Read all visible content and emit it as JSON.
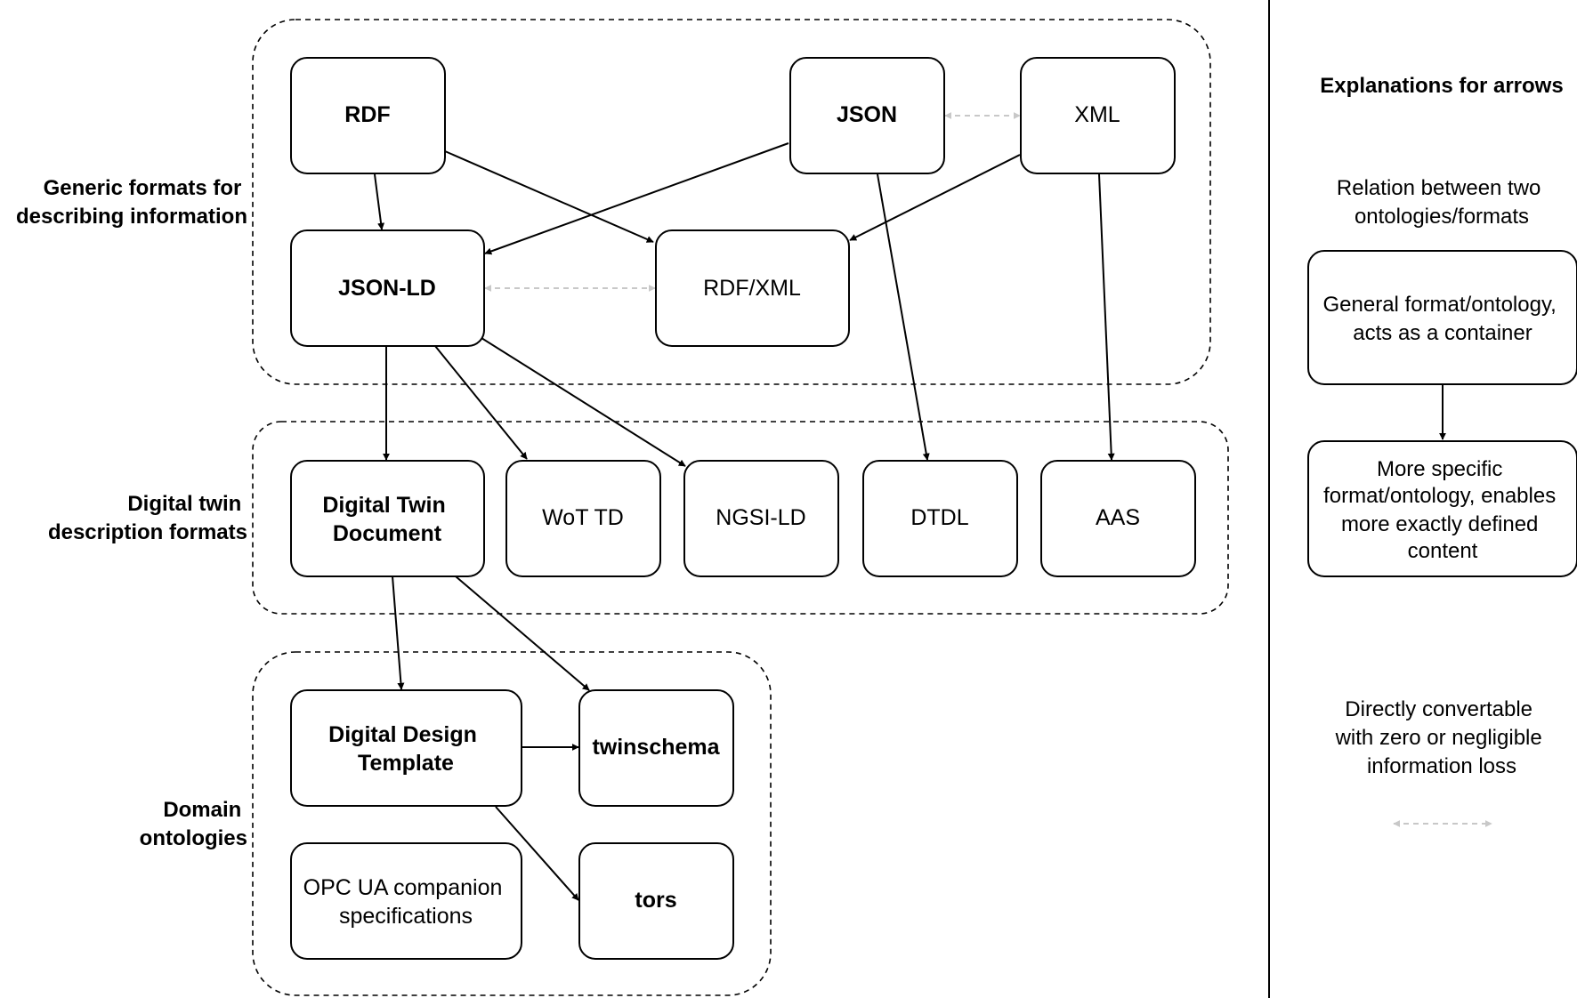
{
  "group_labels": {
    "generic": [
      "Generic formats for",
      "describing information"
    ],
    "digital_twin": [
      "Digital twin",
      "description formats"
    ],
    "domain": [
      "Domain",
      "ontologies"
    ]
  },
  "nodes": {
    "rdf": [
      "RDF"
    ],
    "json": [
      "JSON"
    ],
    "xml": [
      "XML"
    ],
    "json_ld": [
      "JSON-LD"
    ],
    "rdf_xml": [
      "RDF/XML"
    ],
    "dtd": [
      "Digital Twin",
      "Document"
    ],
    "wot_td": [
      "WoT TD"
    ],
    "ngsi_ld": [
      "NGSI-LD"
    ],
    "dtdl": [
      "DTDL"
    ],
    "aas": [
      "AAS"
    ],
    "ddt": [
      "Digital Design",
      "Template"
    ],
    "twinschema": [
      "twinschema"
    ],
    "opcua": [
      "OPC UA companion",
      "specifications"
    ],
    "tors": [
      "tors"
    ]
  },
  "legend": {
    "title": "Explanations for arrows",
    "relation_caption": [
      "Relation between two",
      "ontologies/formats"
    ],
    "general_box": [
      "General format/ontology,",
      "acts as a container"
    ],
    "specific_box": [
      "More specific",
      "format/ontology, enables",
      "more exactly defined",
      "content"
    ],
    "convertible_caption": [
      "Directly convertable",
      "with zero or negligible",
      "information loss"
    ]
  },
  "colors": {
    "line": "#000000",
    "convertible_arrow": "#c8c8c8"
  }
}
